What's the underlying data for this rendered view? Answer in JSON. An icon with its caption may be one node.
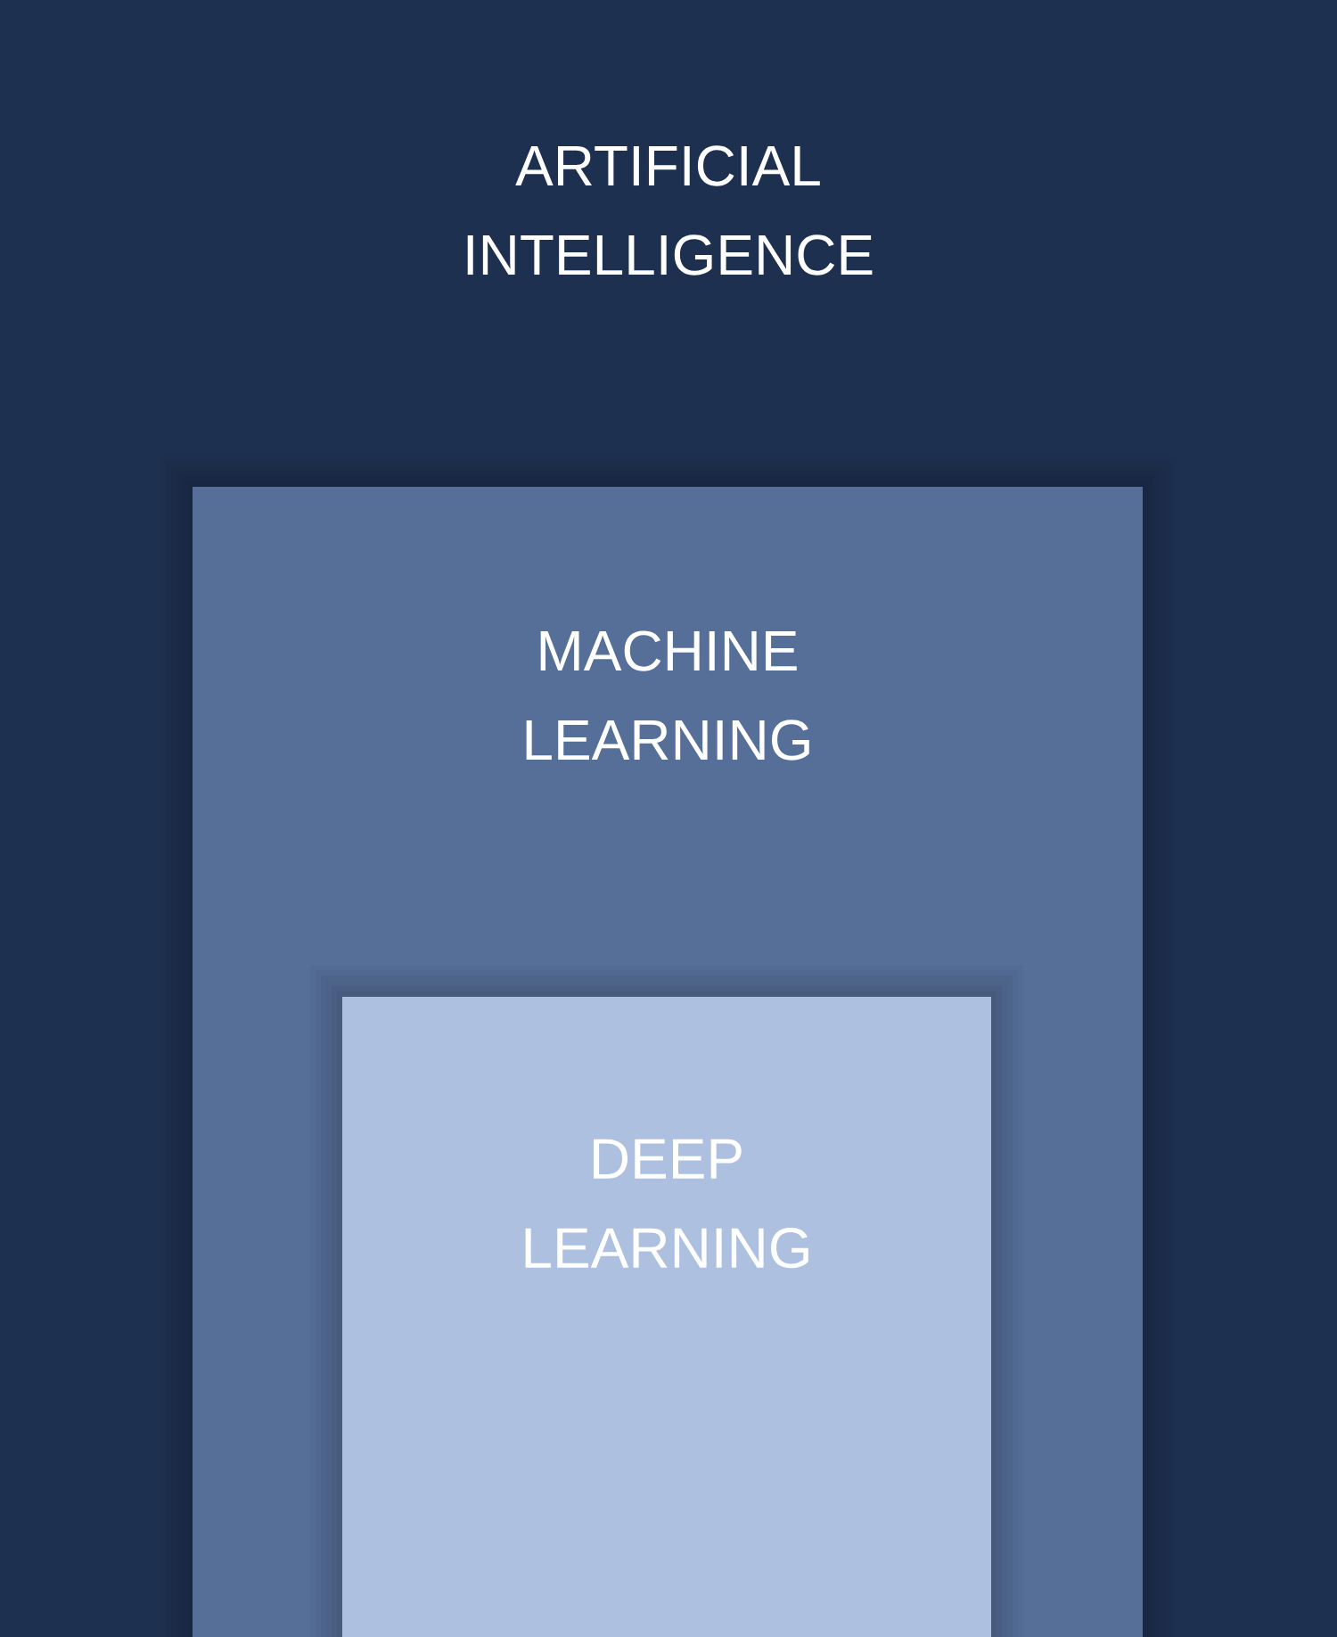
{
  "diagram": {
    "nodes": [
      {
        "text": [
          "ARTIFICIAL INTELLIGENCE"
        ]
      },
      {
        "text": [
          "MACHINE LEARNING"
        ],
        "in": 0
      },
      {
        "text": [
          "DEEP LEARNING"
        ],
        "in": 1
      }
    ]
  }
}
